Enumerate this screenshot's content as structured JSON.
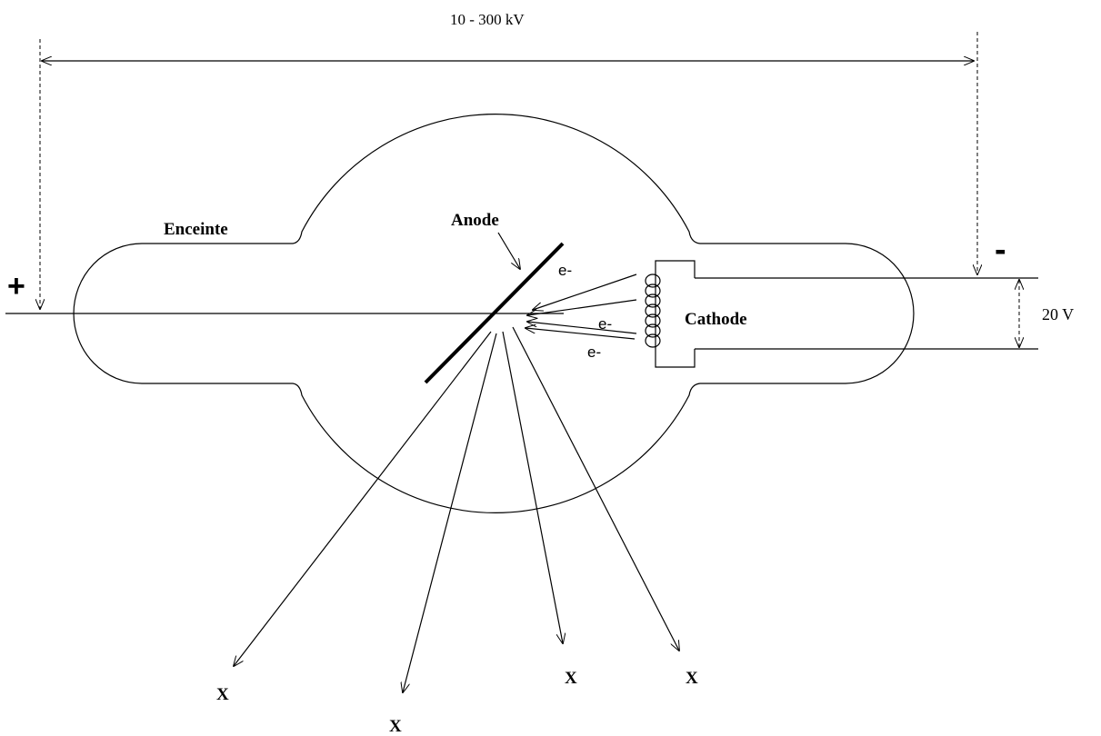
{
  "labels": {
    "high_voltage": "10 - 300 kV",
    "filament_voltage": "20 V",
    "enclosure": "Enceinte",
    "anode": "Anode",
    "cathode": "Cathode",
    "plus_sign": "+",
    "minus_sign": "-",
    "electron": "e-",
    "xray": "X"
  },
  "colors": {
    "ink": "#000000",
    "background": "#ffffff"
  }
}
